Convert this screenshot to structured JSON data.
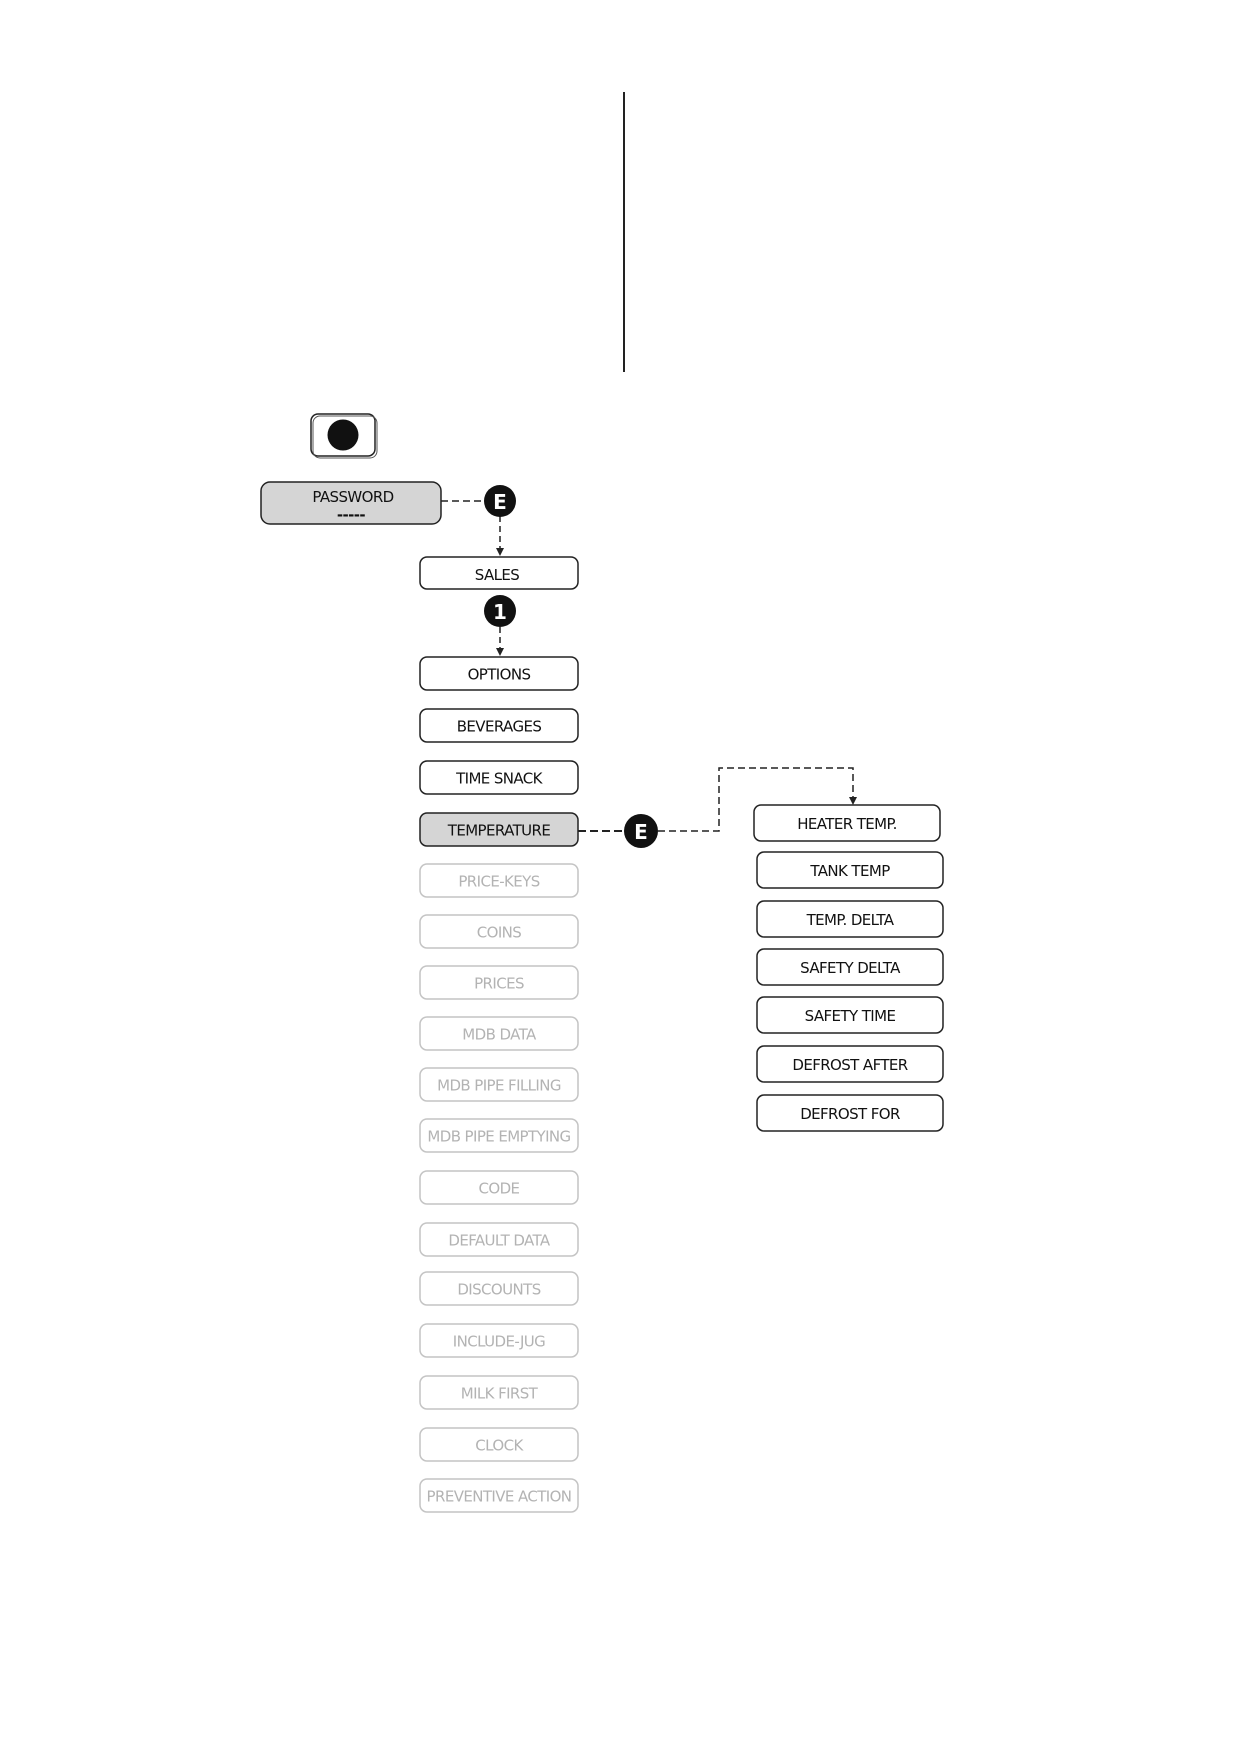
{
  "colors": {
    "stroke": "#222222",
    "faded_stroke": "#c4c4c4",
    "faded_text": "#b3b3b3",
    "highlight_fill": "#d5d5d5",
    "text": "#111111",
    "badge_fill": "#111111"
  },
  "icons": {
    "start_button": "black-circle-button-icon"
  },
  "password": {
    "label": "PASSWORD",
    "mask": "-----"
  },
  "badges": {
    "enter_top": "E",
    "step_one": "1",
    "enter_temperature": "E"
  },
  "nodes": {
    "sales": "SALES"
  },
  "menu": [
    {
      "label": "OPTIONS",
      "state": "normal"
    },
    {
      "label": "BEVERAGES",
      "state": "normal"
    },
    {
      "label": "TIME SNACK",
      "state": "normal"
    },
    {
      "label": "TEMPERATURE",
      "state": "selected"
    },
    {
      "label": "PRICE-KEYS",
      "state": "faded"
    },
    {
      "label": "COINS",
      "state": "faded"
    },
    {
      "label": "PRICES",
      "state": "faded"
    },
    {
      "label": "MDB DATA",
      "state": "faded"
    },
    {
      "label": "MDB PIPE FILLING",
      "state": "faded"
    },
    {
      "label": "MDB PIPE EMPTYING",
      "state": "faded"
    },
    {
      "label": "CODE",
      "state": "faded"
    },
    {
      "label": "DEFAULT DATA",
      "state": "faded"
    },
    {
      "label": "DISCOUNTS",
      "state": "faded"
    },
    {
      "label": "INCLUDE-JUG",
      "state": "faded"
    },
    {
      "label": "MILK FIRST",
      "state": "faded"
    },
    {
      "label": "CLOCK",
      "state": "faded"
    },
    {
      "label": "PREVENTIVE ACTION",
      "state": "faded"
    }
  ],
  "submenu": [
    {
      "label": "HEATER TEMP."
    },
    {
      "label": "TANK TEMP"
    },
    {
      "label": "TEMP. DELTA"
    },
    {
      "label": "SAFETY DELTA"
    },
    {
      "label": "SAFETY TIME"
    },
    {
      "label": "DEFROST AFTER"
    },
    {
      "label": "DEFROST FOR"
    }
  ]
}
